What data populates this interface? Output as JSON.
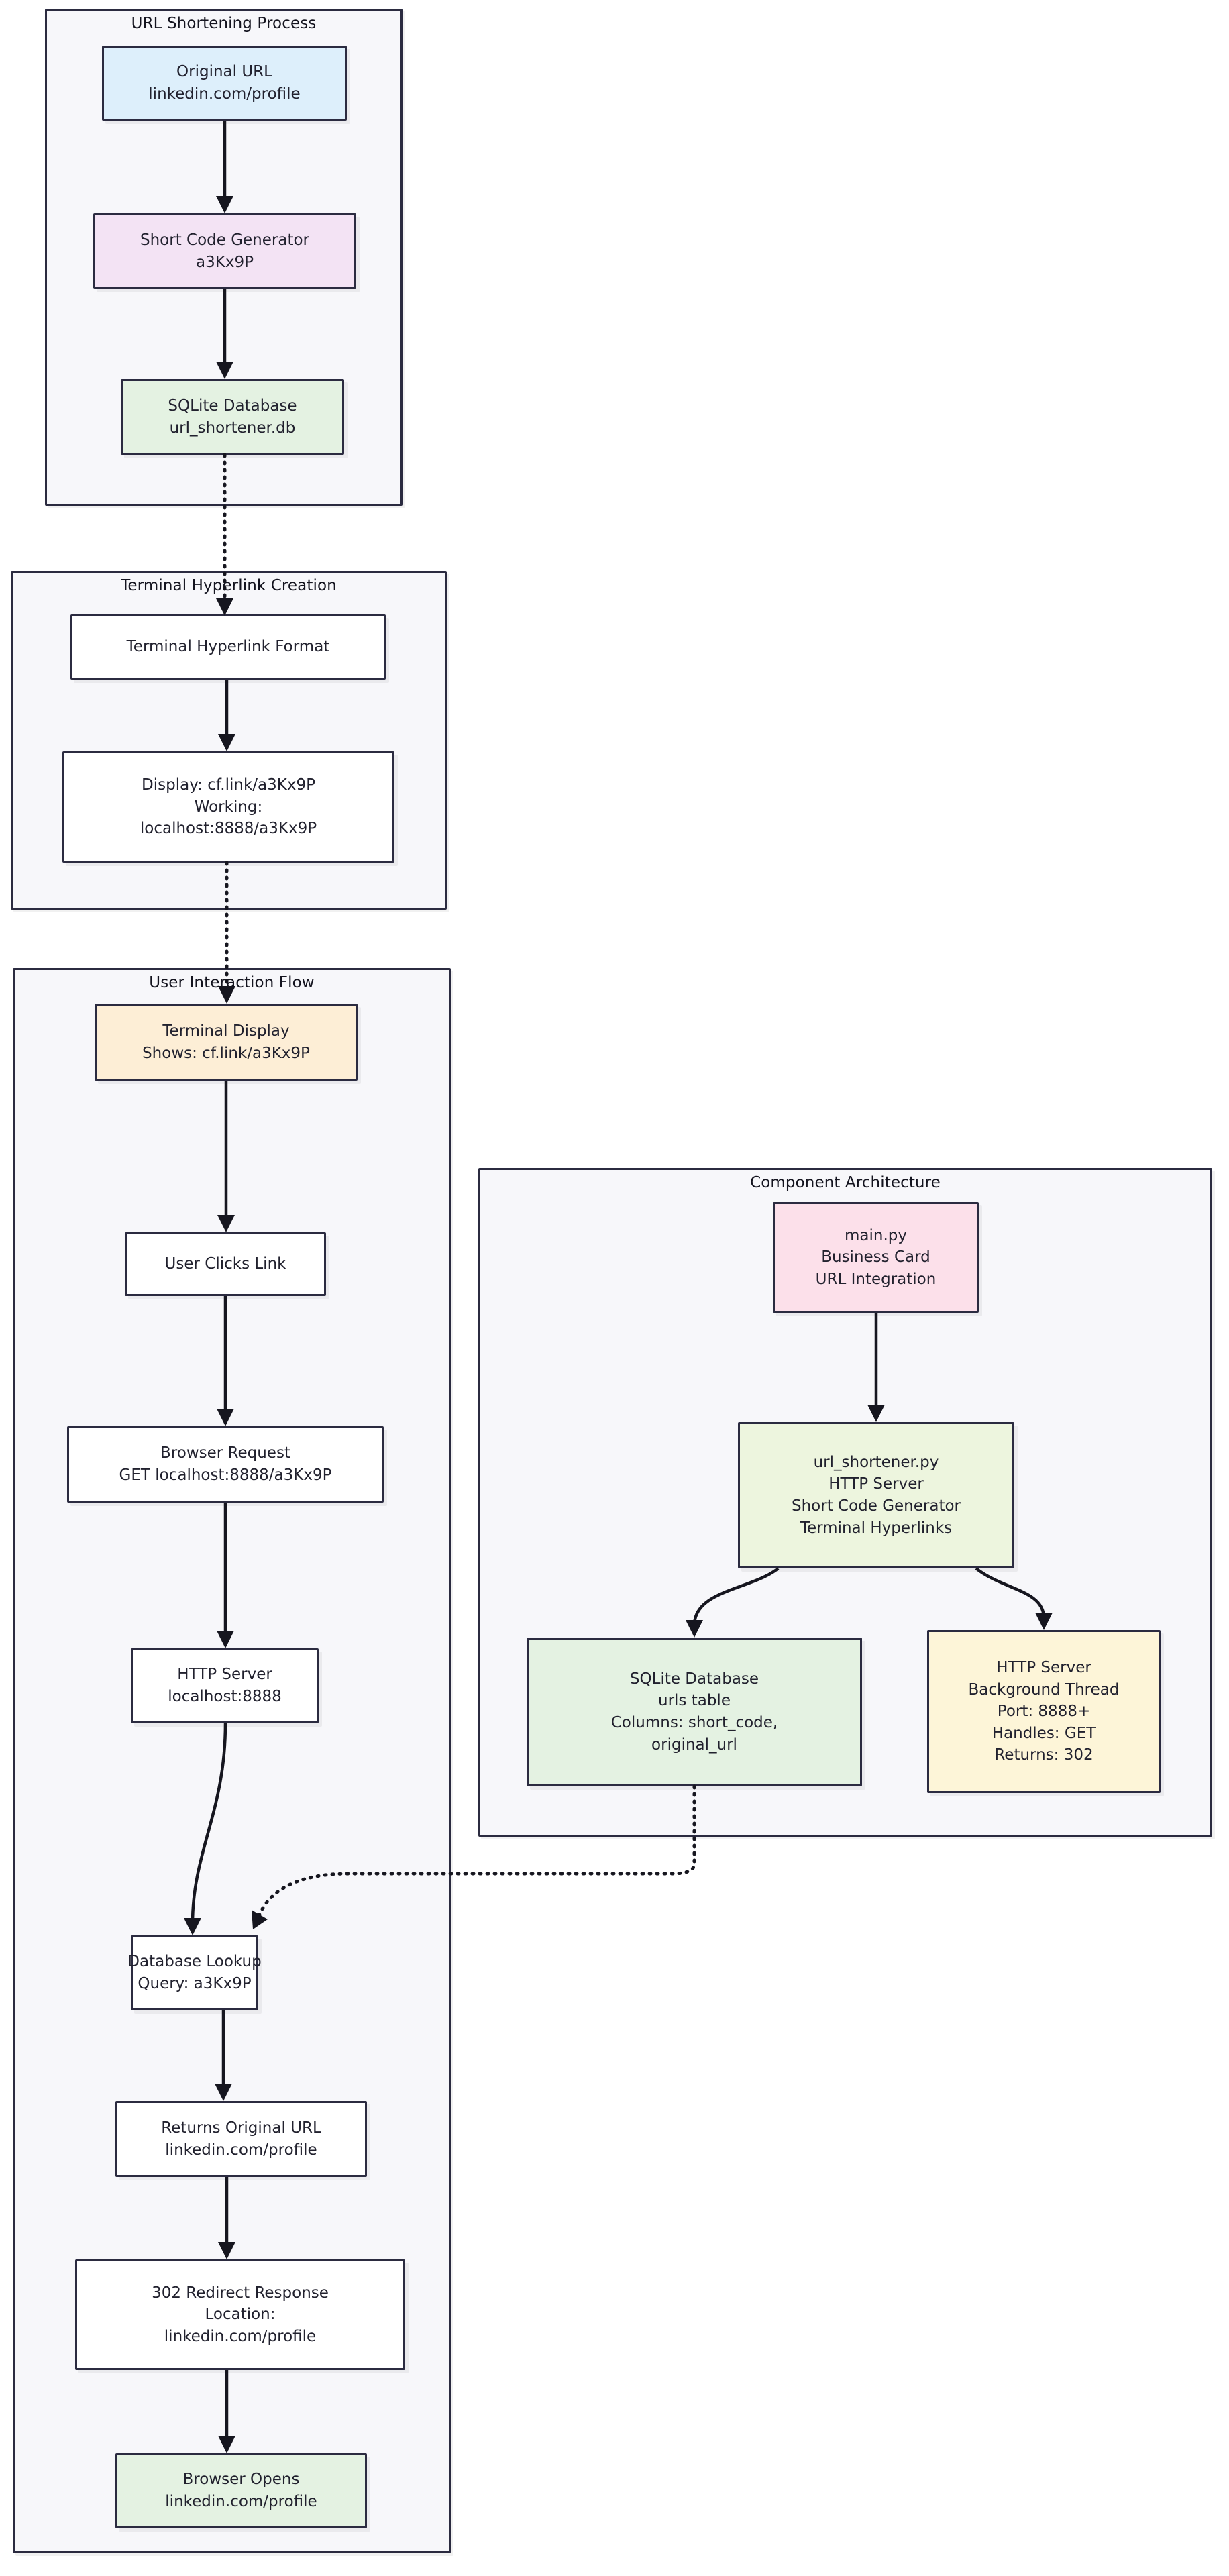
{
  "diagram": {
    "type": "flowchart",
    "title": "URL Shortener Architecture Flowchart",
    "subgraphs": [
      {
        "id": "url-shortening-process",
        "label": "URL Shortening Process"
      },
      {
        "id": "terminal-hyperlink-creation",
        "label": "Terminal Hyperlink Creation"
      },
      {
        "id": "user-interaction-flow",
        "label": "User Interaction Flow"
      },
      {
        "id": "component-architecture",
        "label": "Component Architecture"
      }
    ],
    "nodes": {
      "original_url": {
        "lines": [
          "Original URL",
          "linkedin.com/profile"
        ],
        "fill": "#ddeffb"
      },
      "short_code_gen": {
        "lines": [
          "Short Code Generator",
          "a3Kx9P"
        ],
        "fill": "#f3e3f4"
      },
      "sqlite_db": {
        "lines": [
          "SQLite Database",
          "url_shortener.db"
        ],
        "fill": "#e4f2e2"
      },
      "hyperlink_format": {
        "lines": [
          "Terminal Hyperlink Format"
        ],
        "fill": "#ffffff"
      },
      "display_working": {
        "lines": [
          "Display: cf.link/a3Kx9P",
          "Working:",
          "localhost:8888/a3Kx9P"
        ],
        "fill": "#ffffff"
      },
      "terminal_display": {
        "lines": [
          "Terminal Display",
          "Shows: cf.link/a3Kx9P"
        ],
        "fill": "#fdeed6"
      },
      "user_clicks": {
        "lines": [
          "User Clicks Link"
        ],
        "fill": "#ffffff"
      },
      "browser_request": {
        "lines": [
          "Browser Request",
          "GET localhost:8888/a3Kx9P"
        ],
        "fill": "#ffffff"
      },
      "http_server": {
        "lines": [
          "HTTP Server",
          "localhost:8888"
        ],
        "fill": "#ffffff"
      },
      "db_lookup": {
        "lines": [
          "Database Lookup",
          "Query: a3Kx9P"
        ],
        "fill": "#ffffff"
      },
      "returns_url": {
        "lines": [
          "Returns Original URL",
          "linkedin.com/profile"
        ],
        "fill": "#ffffff"
      },
      "redirect_302": {
        "lines": [
          "302 Redirect Response",
          "Location:",
          "linkedin.com/profile"
        ],
        "fill": "#ffffff"
      },
      "browser_opens": {
        "lines": [
          "Browser Opens",
          "linkedin.com/profile"
        ],
        "fill": "#e4f2e2"
      },
      "main_py": {
        "lines": [
          "main.py",
          "Business Card",
          "URL Integration"
        ],
        "fill": "#fce0ea"
      },
      "url_shortener_py": {
        "lines": [
          "url_shortener.py",
          "HTTP Server",
          "Short Code Generator",
          "Terminal Hyperlinks"
        ],
        "fill": "#edf5de"
      },
      "sqlite_urls_table": {
        "lines": [
          "SQLite Database",
          "urls table",
          "Columns: short_code,",
          "original_url"
        ],
        "fill": "#e4f2e2"
      },
      "http_server_thread": {
        "lines": [
          "HTTP Server",
          "Background Thread",
          "Port: 8888+",
          "Handles: GET",
          "Returns: 302"
        ],
        "fill": "#fdf5d8"
      }
    },
    "edges": [
      {
        "from": "original_url",
        "to": "short_code_gen",
        "style": "solid"
      },
      {
        "from": "short_code_gen",
        "to": "sqlite_db",
        "style": "solid"
      },
      {
        "from": "sqlite_db",
        "to": "hyperlink_format",
        "style": "dotted"
      },
      {
        "from": "hyperlink_format",
        "to": "display_working",
        "style": "solid"
      },
      {
        "from": "display_working",
        "to": "terminal_display",
        "style": "dotted"
      },
      {
        "from": "terminal_display",
        "to": "user_clicks",
        "style": "solid"
      },
      {
        "from": "user_clicks",
        "to": "browser_request",
        "style": "solid"
      },
      {
        "from": "browser_request",
        "to": "http_server",
        "style": "solid"
      },
      {
        "from": "http_server",
        "to": "db_lookup",
        "style": "solid"
      },
      {
        "from": "db_lookup",
        "to": "returns_url",
        "style": "solid"
      },
      {
        "from": "returns_url",
        "to": "redirect_302",
        "style": "solid"
      },
      {
        "from": "redirect_302",
        "to": "browser_opens",
        "style": "solid"
      },
      {
        "from": "main_py",
        "to": "url_shortener_py",
        "style": "solid"
      },
      {
        "from": "url_shortener_py",
        "to": "sqlite_urls_table",
        "style": "solid"
      },
      {
        "from": "url_shortener_py",
        "to": "http_server_thread",
        "style": "solid"
      },
      {
        "from": "sqlite_urls_table",
        "to": "db_lookup",
        "style": "dotted"
      }
    ],
    "colors": {
      "border": "#2b2b40",
      "text": "#21212e",
      "subgraph_bg": "#f7f7fa",
      "edge": "#16161f",
      "page_bg": "#ffffff"
    }
  }
}
